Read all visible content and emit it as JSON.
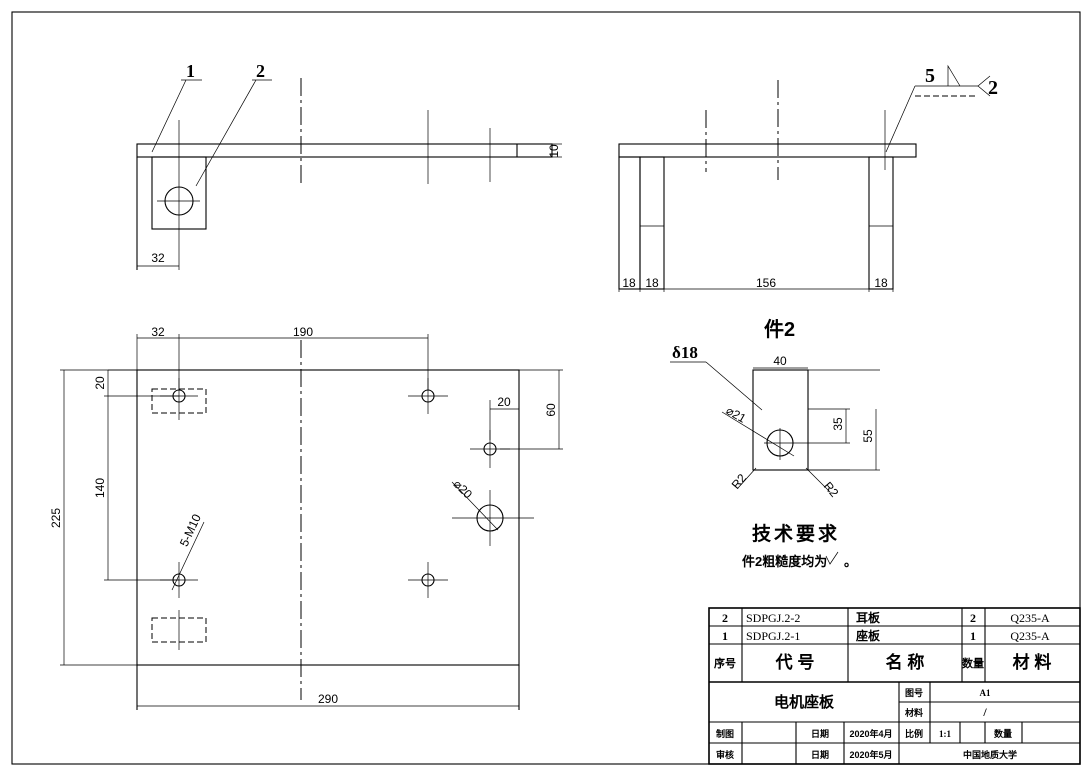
{
  "title_block": {
    "drawing_name": "电机座板",
    "parts_list": [
      {
        "no": "2",
        "code": "SDPGJ.2-2",
        "name": "耳板",
        "qty": "2",
        "material": "Q235-A"
      },
      {
        "no": "1",
        "code": "SDPGJ.2-1",
        "name": "座板",
        "qty": "1",
        "material": "Q235-A"
      }
    ],
    "header": {
      "no": "序号",
      "code": "代 号",
      "name": "名 称",
      "qty": "数量",
      "material": "材 料"
    },
    "labels": {
      "drawing_no": "图号",
      "material": "材料",
      "drawn": "制图",
      "checked": "审核",
      "date": "日期",
      "scale": "比例",
      "quantity": "数量"
    },
    "values": {
      "drawing_no": "A1",
      "material": "/",
      "drawn_date": "2020年4月",
      "checked_date": "2020年5月",
      "scale": "1:1",
      "organization": "中国地质大学"
    }
  },
  "top_view": {
    "balloon_1": "1",
    "balloon_2": "2",
    "dim_thickness": "10",
    "dim_32": "32"
  },
  "side_view": {
    "weld_label_5": "5",
    "weld_label_2": "2",
    "dim_18a": "18",
    "dim_18b": "18",
    "dim_156": "156",
    "dim_18c": "18"
  },
  "plan_view": {
    "dim_32": "32",
    "dim_190": "190",
    "dim_20_left": "20",
    "dim_140": "140",
    "dim_225": "225",
    "dim_290": "290",
    "dim_20_right": "20",
    "dim_60": "60",
    "dim_phi20": "⌀20",
    "dim_holes": "5-M10"
  },
  "part2": {
    "title": "件2",
    "thickness": "δ18",
    "dim_40": "40",
    "dim_35": "35",
    "dim_55": "55",
    "dim_phi21": "⌀21",
    "dim_r2a": "R2",
    "dim_r2b": "R2"
  },
  "notes": {
    "title": "技术要求",
    "line1": "件2粗糙度均为",
    "line1_end": "。"
  }
}
